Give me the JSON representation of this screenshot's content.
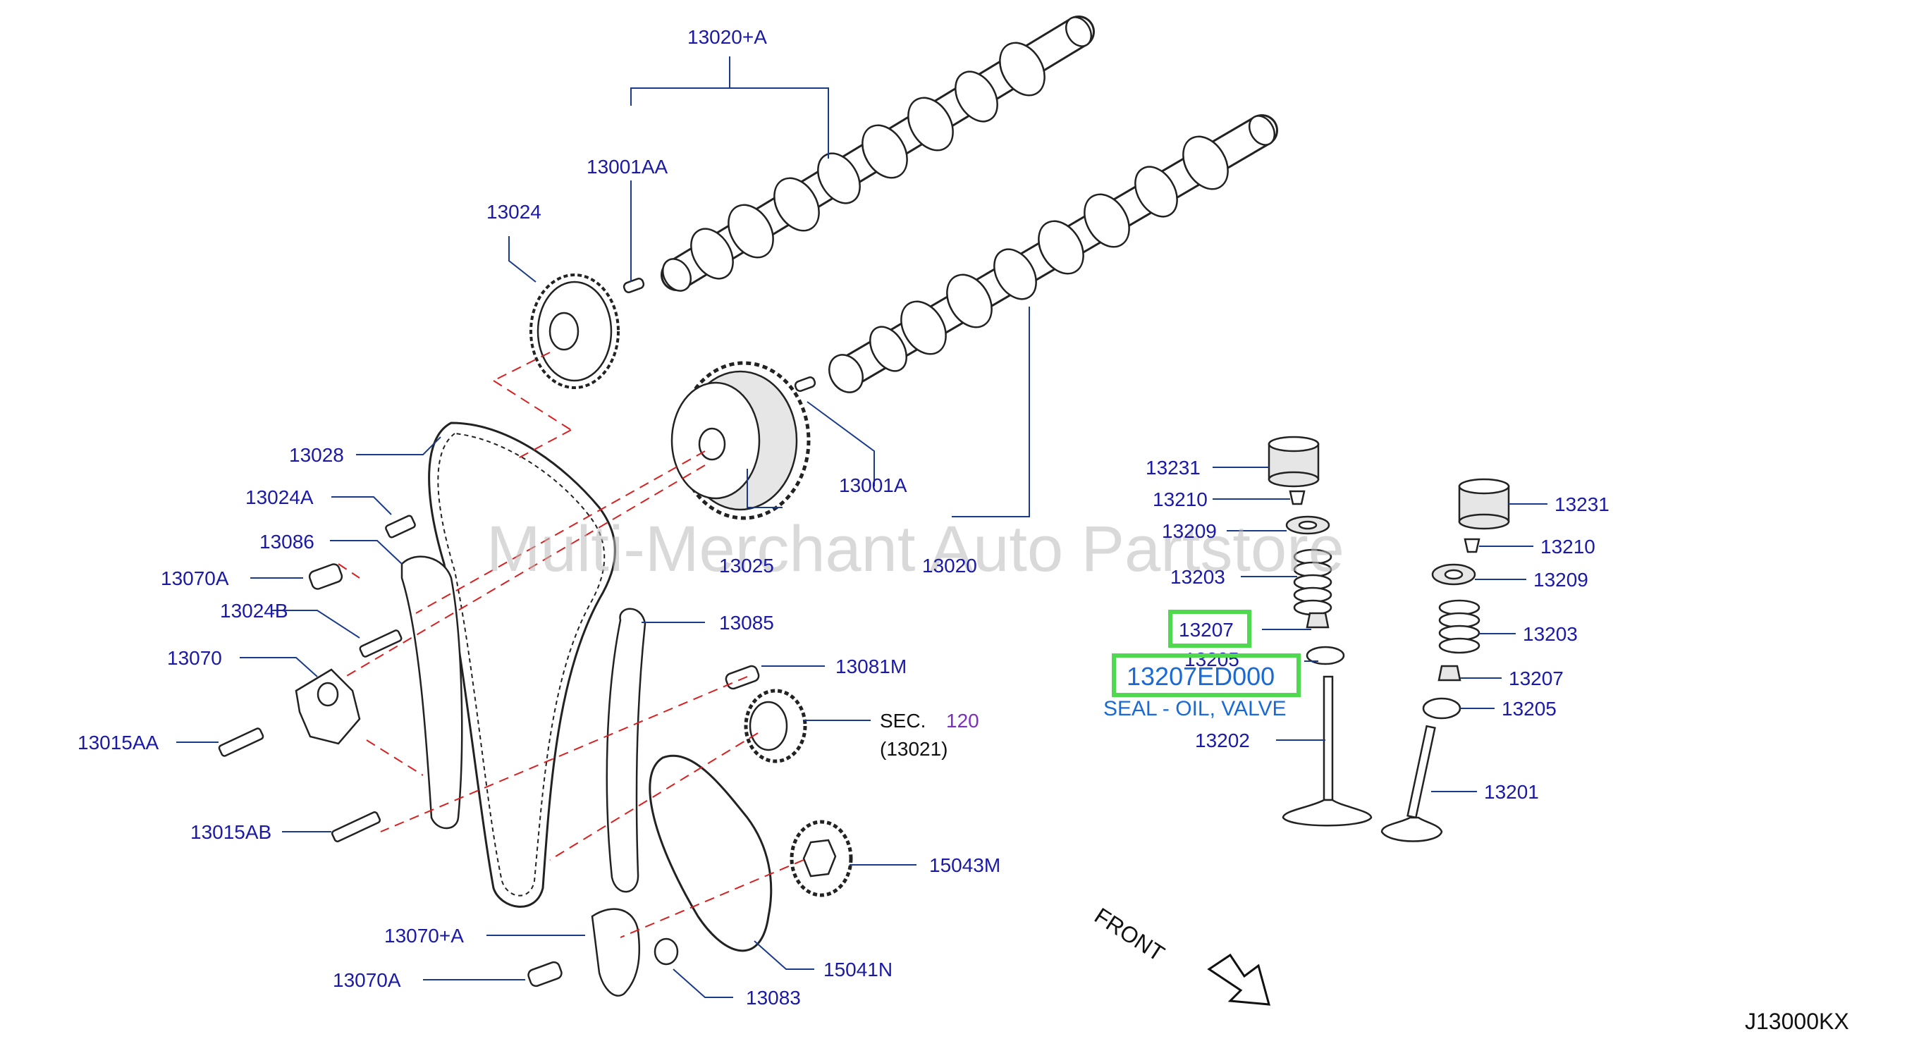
{
  "watermark": "Multi-Merchant Auto Partstore",
  "diagram_code": "J13000KX",
  "front_label": "FRONT",
  "sec_ref": {
    "prefix": "SEC.",
    "number": "120",
    "sub": "(13021)"
  },
  "highlight": {
    "part_number": "13207ED000",
    "description": "SEAL - OIL, VALVE"
  },
  "callouts": {
    "c13020A": "13020+A",
    "c13001AA": "13001AA",
    "c13024": "13024",
    "c13028": "13028",
    "c13024A": "13024A",
    "c13086": "13086",
    "c13070A": "13070A",
    "c13024B": "13024B",
    "c13070": "13070",
    "c13015AA": "13015AA",
    "c13015AB": "13015AB",
    "c13070plusA": "13070+A",
    "c13070A_b": "13070A",
    "c13025": "13025",
    "c13001A": "13001A",
    "c13020": "13020",
    "c13085": "13085",
    "c13081M": "13081M",
    "c15043M": "15043M",
    "c15041N": "15041N",
    "c13083": "13083",
    "c13231": "13231",
    "c13210": "13210",
    "c13209": "13209",
    "c13203": "13203",
    "c13207": "13207",
    "c13205": "13205",
    "c13202": "13202",
    "c13231_b": "13231",
    "c13210_b": "13210",
    "c13209_b": "13209",
    "c13203_b": "13203",
    "c13207_b": "13207",
    "c13205_b": "13205",
    "c13201": "13201"
  }
}
